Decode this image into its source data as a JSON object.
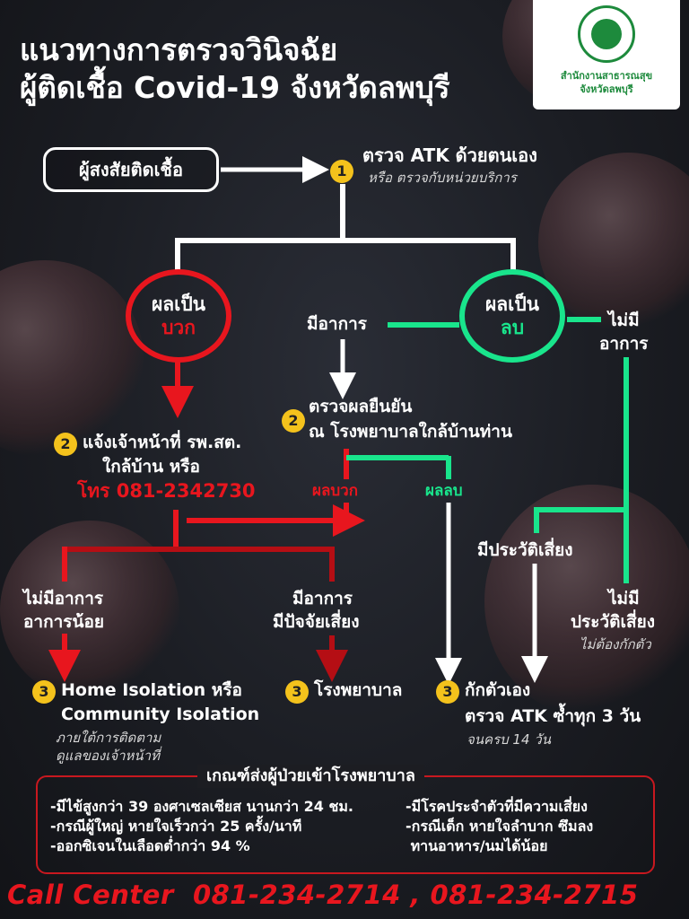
{
  "header": {
    "title_line1": "แนวทางการตรวจวินิจฉัย",
    "title_line2": "ผู้ติดเชื้อ Covid-19 จังหวัดลพบุรี",
    "logo_caption_line1": "สำนักงานสาธารณสุข",
    "logo_caption_line2": "จังหวัดลพบุรี"
  },
  "flow": {
    "suspect": "ผู้สงสัยติดเชื้อ",
    "step1_badge": "1",
    "step1_title": "ตรวจ ATK ด้วยตนเอง",
    "step1_sub": "หรือ ตรวจกับหน่วยบริการ",
    "positive_line1": "ผลเป็น",
    "positive_line2": "บวก",
    "negative_line1": "ผลเป็น",
    "negative_line2": "ลบ",
    "has_symptoms": "มีอาการ",
    "no_symptoms_line1": "ไม่มี",
    "no_symptoms_line2": "อาการ",
    "step2_badge": "2",
    "notify_line1": "แจ้งเจ้าหน้าที่ รพ.สต.",
    "notify_line2": "ใกล้บ้าน หรือ",
    "notify_phone": "โทร 081-2342730",
    "confirm_line1": "ตรวจผลยืนยัน",
    "confirm_line2": "ณ โรงพยาบาลใกล้บ้านท่าน",
    "result_positive": "ผลบวก",
    "result_negative": "ผลลบ",
    "mild_line1": "ไม่มีอาการ",
    "mild_line2": "อาการน้อย",
    "risk_line1": "มีอาการ",
    "risk_line2": "มีปัจจัยเสี่ยง",
    "has_risk_history": "มีประวัติเสี่ยง",
    "no_risk_line1": "ไม่มี",
    "no_risk_line2": "ประวัติเสี่ยง",
    "no_risk_sub": "ไม่ต้องกักตัว",
    "step3_badge": "3",
    "home_line1": "Home Isolation หรือ",
    "home_line2": "Community Isolation",
    "home_sub1": "ภายใต้การติดตาม",
    "home_sub2": "ดูแลของเจ้าหน้าที่",
    "hospital": "โรงพยาบาล",
    "quarantine_line1": "กักตัวเอง",
    "quarantine_line2": "ตรวจ ATK ซ้ำทุก 3 วัน",
    "quarantine_sub": "จนครบ 14 วัน"
  },
  "criteria": {
    "title": "เกณฑ์ส่งผู้ป่วยเข้าโรงพยาบาล",
    "left": [
      "-มีไข้สูงกว่า 39 องศาเซลเซียส นานกว่า 24 ชม.",
      "-กรณีผู้ใหญ่ หายใจเร็วกว่า 25 ครั้ง/นาที",
      "-ออกซิเจนในเลือดต่ำกว่า 94 %"
    ],
    "right": [
      "-มีโรคประจำตัวที่มีความเสี่ยง",
      "-กรณีเด็ก หายใจลำบาก ซึมลง",
      " ทานอาหาร/นมได้น้อย"
    ]
  },
  "footer": {
    "call_center": "Call Center  081-234-2714 , 081-234-2715"
  },
  "colors": {
    "red": "#e8161e",
    "green": "#19e58c",
    "badge": "#f4c21c",
    "logo_green": "#1d8a3c"
  }
}
